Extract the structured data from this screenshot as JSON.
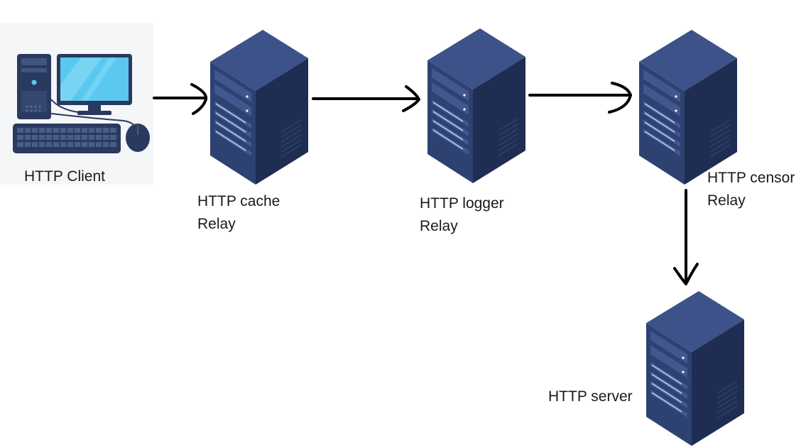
{
  "diagram": {
    "nodes": [
      {
        "id": "client",
        "kind": "desktop-computer",
        "icon": "desktop-computer-icon",
        "lines": [
          "HTTP Client"
        ]
      },
      {
        "id": "cache",
        "kind": "server-rack",
        "icon": "server-icon",
        "lines": [
          "HTTP cache",
          "Relay"
        ]
      },
      {
        "id": "logger",
        "kind": "server-rack",
        "icon": "server-icon",
        "lines": [
          "HTTP logger",
          "Relay"
        ]
      },
      {
        "id": "censor",
        "kind": "server-rack",
        "icon": "server-icon",
        "lines": [
          "HTTP censor",
          "Relay"
        ]
      },
      {
        "id": "server",
        "kind": "server-rack",
        "icon": "server-icon",
        "lines": [
          "HTTP server"
        ]
      }
    ],
    "edges": [
      {
        "from": "client",
        "to": "cache"
      },
      {
        "from": "cache",
        "to": "logger"
      },
      {
        "from": "logger",
        "to": "censor"
      },
      {
        "from": "censor",
        "to": "server"
      }
    ],
    "colors": {
      "server_front": "#2e4272",
      "server_side": "#1f2d52",
      "server_top": "#3c5289",
      "arrow": "#000000",
      "monitor_screen": "#5bc8ef",
      "text": "#1a1a1a"
    }
  }
}
